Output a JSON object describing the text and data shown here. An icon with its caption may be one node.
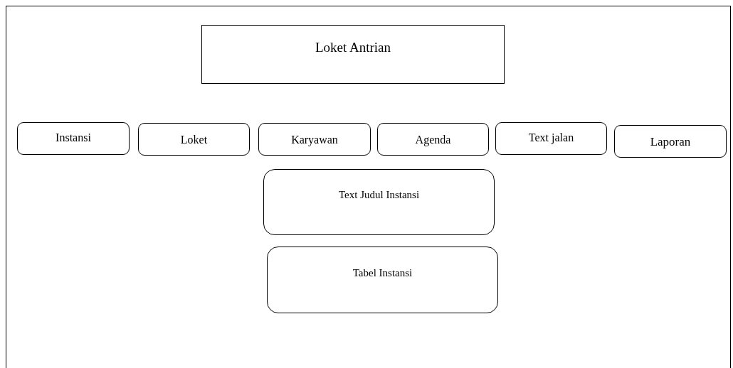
{
  "diagram": {
    "nodes": [
      {
        "text": [
          "Loket Antrian"
        ]
      },
      {
        "text": [
          "Instansi"
        ]
      },
      {
        "text": [
          "Loket"
        ]
      },
      {
        "text": [
          "Karyawan"
        ]
      },
      {
        "text": [
          "Agenda"
        ]
      },
      {
        "text": [
          "Text jalan"
        ]
      },
      {
        "text": [
          "Laporan"
        ]
      },
      {
        "text": [
          "Text Judul Instansi"
        ]
      },
      {
        "text": [
          "Tabel Instansi"
        ]
      }
    ],
    "edges": []
  }
}
